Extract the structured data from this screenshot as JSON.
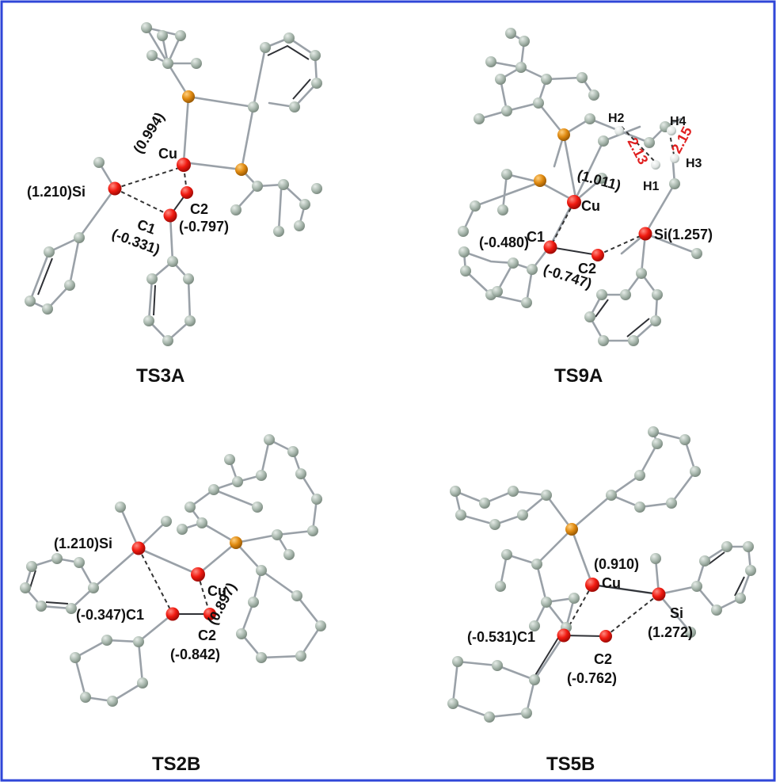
{
  "border_color": "#2f46d8",
  "panels": [
    {
      "id": "ts3a",
      "title": "TS3A",
      "labels": {
        "cu": "Cu",
        "cu_charge": "(0.994)",
        "si": "(1.210)Si",
        "c1": "C1",
        "c1_charge": "(-0.331)",
        "c2": "C2",
        "c2_charge": "(-0.797)"
      }
    },
    {
      "id": "ts9a",
      "title": "TS9A",
      "labels": {
        "cu": "Cu",
        "cu_charge": "(1.011)",
        "si": "Si(1.257)",
        "c1": "C1",
        "c1_charge": "(-0.480)",
        "c2": "C2",
        "c2_charge": "(-0.747)",
        "h1": "H1",
        "h2": "H2",
        "h3": "H3",
        "h4": "H4",
        "dist1": "2.13",
        "dist2": "2.15"
      }
    },
    {
      "id": "ts2b",
      "title": "TS2B",
      "labels": {
        "si": "(1.210)Si",
        "cu": "Cu",
        "cu_charge": "(0.897)",
        "c1": "(-0.347)C1",
        "c2": "C2",
        "c2_charge": "(-0.842)"
      }
    },
    {
      "id": "ts5b",
      "title": "TS5B",
      "labels": {
        "cu_charge": "(0.910)",
        "cu": "Cu",
        "si": "Si",
        "si_charge": "(1.272)",
        "c1": "(-0.531)C1",
        "c2": "C2",
        "c2_charge": "(-0.762)"
      }
    }
  ]
}
